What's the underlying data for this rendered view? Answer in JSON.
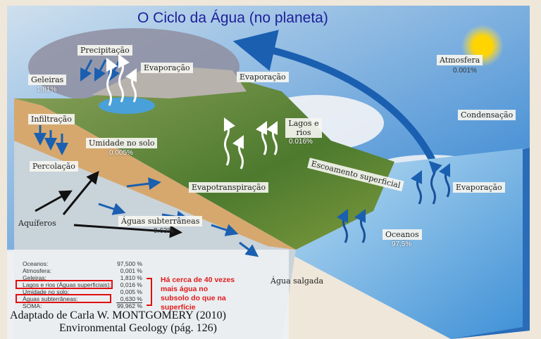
{
  "title": "O Ciclo da Água (no planeta)",
  "labels": {
    "precipitacao": "Precipitação",
    "evaporacao1": "Evaporação",
    "evaporacao2": "Evaporação",
    "evaporacao3": "Evaporação",
    "geleiras": "Geleiras",
    "geleiras_pct": "1.81%",
    "atmosfera": "Atmosfera",
    "atmosfera_pct": "0.001%",
    "infiltracao": "Infiltração",
    "umidade": "Umidade no solo",
    "umidade_pct": "0.005%",
    "lagos": "Lagos e rios",
    "lagos_pct": "0.016%",
    "condensacao": "Condensação",
    "percolacao": "Percolação",
    "escoamento": "Escoamento superficial",
    "evapotranspiracao": "Evapotranspiração",
    "aquiferos": "Aquíferos",
    "aguas_sub": "Águas subterrâneas",
    "aguas_sub_pct": "0.63%",
    "oceanos": "Oceanos",
    "oceanos_pct": "97.5%",
    "agua_salgada": "Água salgada"
  },
  "table": [
    {
      "label": "Oceanos:",
      "value": "97,500 %"
    },
    {
      "label": "Atmosfera:",
      "value": "0,001 %"
    },
    {
      "label": "Geleiras:",
      "value": "1,810 %"
    },
    {
      "label": "Lagos e rios (Águas superficiais):",
      "value": "0,016 %",
      "highlight": true
    },
    {
      "label": "Umidade no solo:",
      "value": "0,005 %"
    },
    {
      "label": "Águas subterrâneas:",
      "value": "0,630 %",
      "highlight": true
    },
    {
      "label": "SOMA:",
      "value": "99,962 %"
    }
  ],
  "note": "Há cerca de 40 vezes mais água no subsolo do que na superfície",
  "citation": {
    "line1": "Adaptado de Carla W. MONTGOMERY (2010)",
    "line2": "Environmental Geology (pág. 126)"
  },
  "colors": {
    "title": "#1d1f9a",
    "highlight": "#e01010",
    "arrows": "#1a5fb0"
  }
}
